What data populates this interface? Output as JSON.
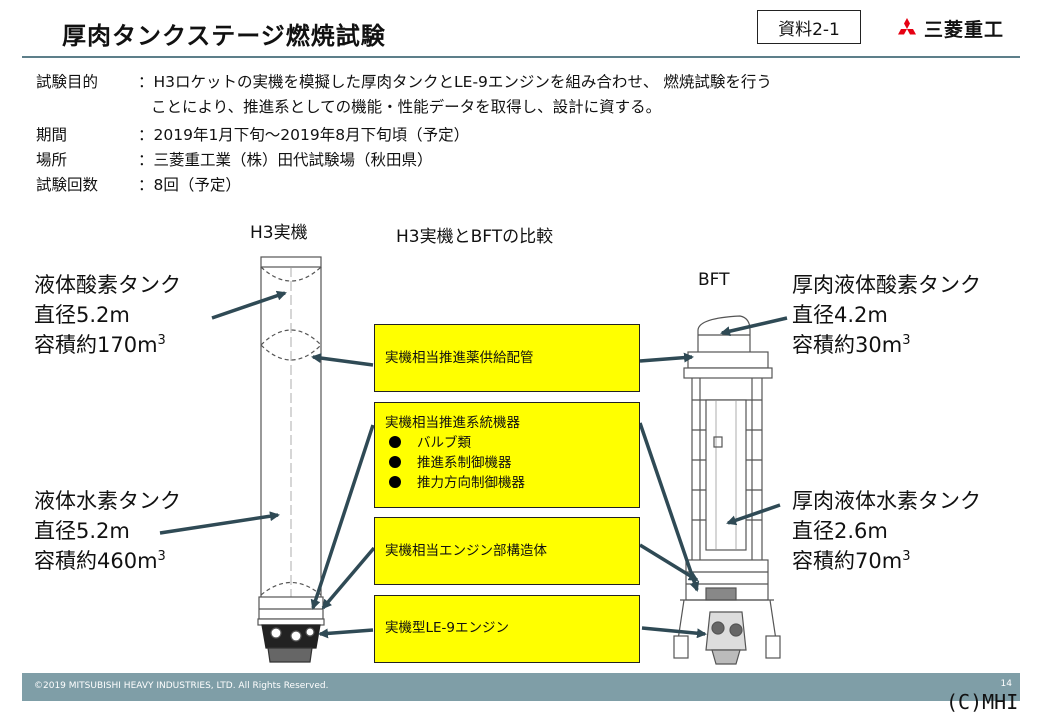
{
  "header": {
    "title": "厚肉タンクステージ燃焼試験",
    "doc_id": "資料2-1",
    "logo_text": "三菱重工",
    "logo_icon": "three-diamond-logo-icon",
    "brand_color": "#e60012"
  },
  "info": [
    {
      "label": "試験目的",
      "value": "：H3ロケットの実機を模擬した厚肉タンクとLE-9エンジンを組み合わせ、 燃焼試験を行う"
    },
    {
      "label": "",
      "value": "ことにより、推進系としての機能・性能データを取得し、設計に資する。"
    },
    {
      "label": "期間",
      "value": "：2019年1月下旬～2019年8月下旬頃（予定）"
    },
    {
      "label": "場所",
      "value": "：三菱重工業（株）田代試験場（秋田県）"
    },
    {
      "label": "試験回数",
      "value": "：8回（予定）"
    }
  ],
  "diagram": {
    "h3_label": "H3実機",
    "compare_title": "H3実機とBFTの比較",
    "bft_label": "BFT",
    "left_lox": {
      "name": "液体酸素タンク",
      "diameter": "直径5.2m",
      "volume": "容積約170m",
      "sup": "3"
    },
    "left_lh2": {
      "name": "液体水素タンク",
      "diameter": "直径5.2m",
      "volume": "容積約460m",
      "sup": "3"
    },
    "right_lox": {
      "name": "厚肉液体酸素タンク",
      "diameter": "直径4.2m",
      "volume": "容積約30m",
      "sup": "3"
    },
    "right_lh2": {
      "name": "厚肉液体水素タンク",
      "diameter": "直径2.6m",
      "volume": "容積約70m",
      "sup": "3"
    },
    "boxes": {
      "piping": "実機相当推進薬供給配管",
      "equipment_title": "実機相当推進系統機器",
      "equipment_items": [
        "バルブ類",
        "推進系制御機器",
        "推力方向制御機器"
      ],
      "structure": "実機相当エンジン部構造体",
      "engine": "実機型LE-9エンジン"
    },
    "box_color": "#ffff00",
    "arrow_color": "#2f4a55"
  },
  "footer": {
    "copyright": "©2019 MITSUBISHI HEAVY INDUSTRIES, LTD.  All Rights Reserved.",
    "page": "14",
    "credit": "(C)MHI"
  }
}
